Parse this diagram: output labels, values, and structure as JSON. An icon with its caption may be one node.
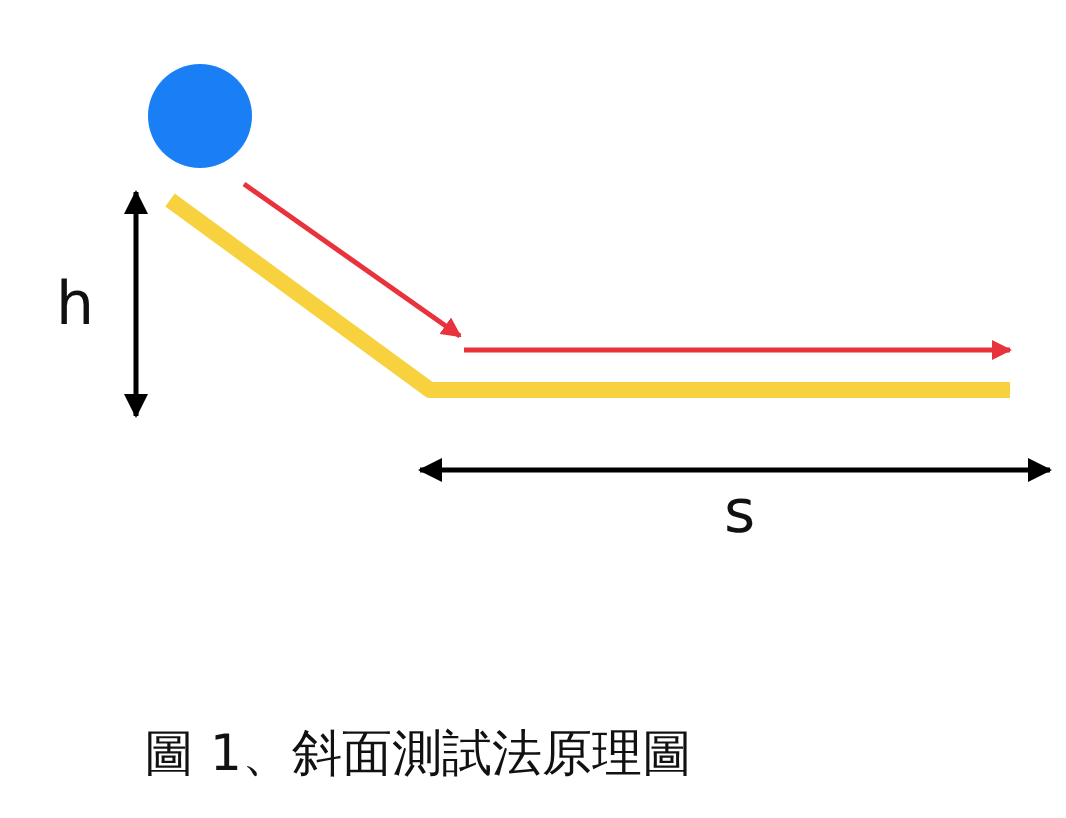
{
  "diagram": {
    "caption": "圖 1、斜面測試法原理圖",
    "labels": [
      "h",
      "s"
    ]
  }
}
